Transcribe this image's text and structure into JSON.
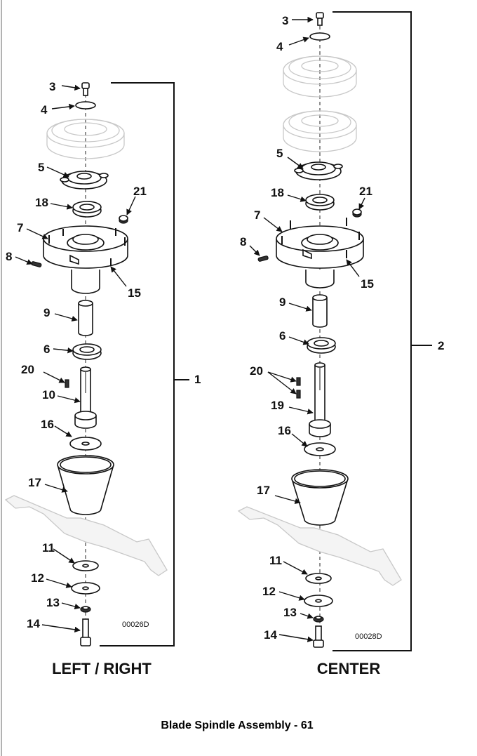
{
  "assemblies": [
    {
      "name": "LEFT / RIGHT",
      "bracket_number": "1",
      "drawing_code": "00026D",
      "callouts": [
        "3",
        "4",
        "5",
        "18",
        "21",
        "7",
        "8",
        "15",
        "9",
        "6",
        "20",
        "10",
        "16",
        "17",
        "11",
        "12",
        "13",
        "14"
      ]
    },
    {
      "name": "CENTER",
      "bracket_number": "2",
      "drawing_code": "00028D",
      "callouts": [
        "3",
        "4",
        "5",
        "18",
        "21",
        "7",
        "8",
        "15",
        "9",
        "6",
        "20",
        "19",
        "16",
        "17",
        "11",
        "12",
        "13",
        "14"
      ]
    }
  ],
  "caption": "Blade Spindle Assembly - 61"
}
